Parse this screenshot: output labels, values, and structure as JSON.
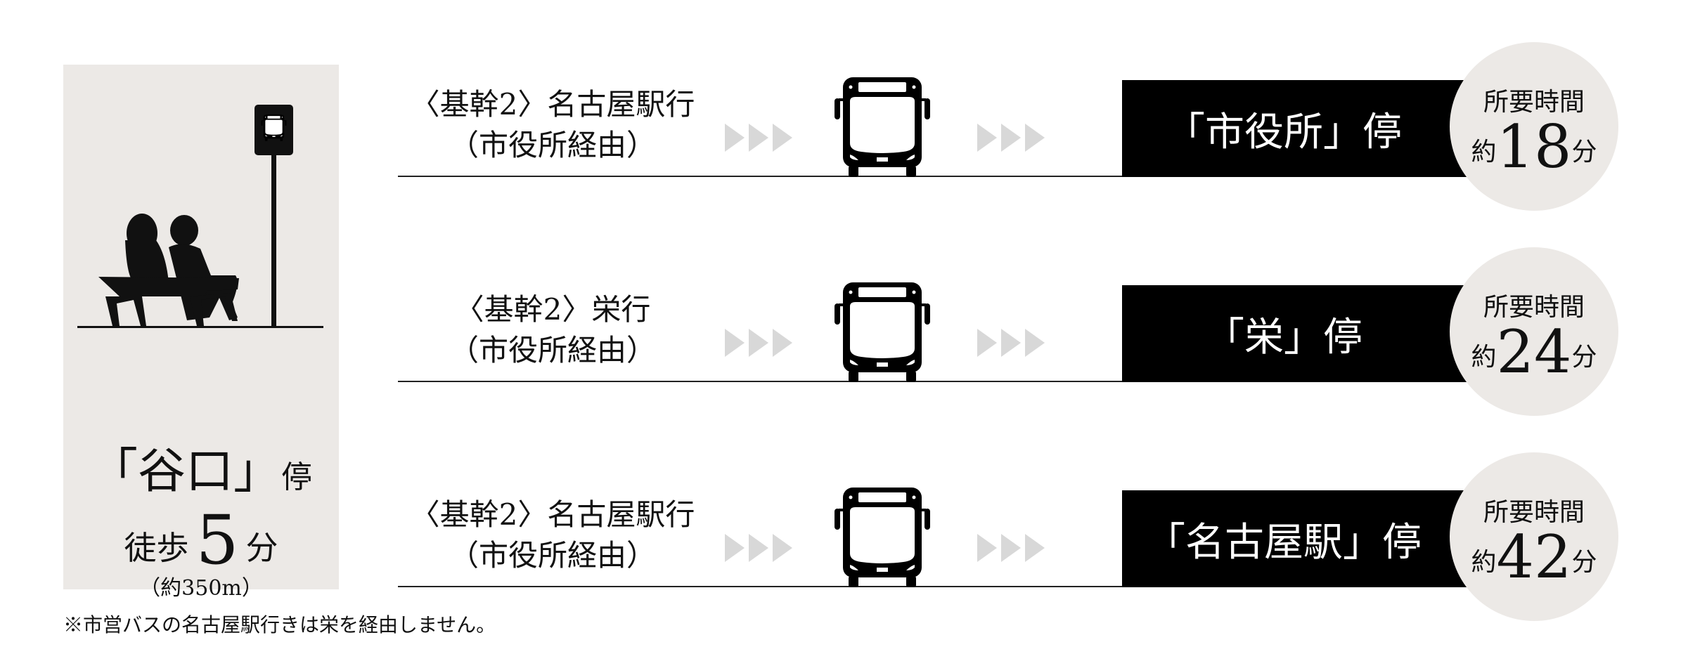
{
  "origin": {
    "stop_name": "「谷口」",
    "stop_suffix": "停",
    "walk_label": "徒歩",
    "walk_minutes": "5",
    "walk_unit": "分",
    "distance": "（約350m）"
  },
  "routes": [
    {
      "line1": "〈基幹2〉名古屋駅行",
      "line2": "（市役所経由）",
      "destination": "「市役所」停",
      "time_label": "所要時間",
      "time_prefix": "約",
      "minutes": "18",
      "time_unit": "分"
    },
    {
      "line1": "〈基幹2〉栄行",
      "line2": "（市役所経由）",
      "destination": "「栄」停",
      "time_label": "所要時間",
      "time_prefix": "約",
      "minutes": "24",
      "time_unit": "分"
    },
    {
      "line1": "〈基幹2〉名古屋駅行",
      "line2": "（市役所経由）",
      "destination": "「名古屋駅」停",
      "time_label": "所要時間",
      "time_prefix": "約",
      "minutes": "42",
      "time_unit": "分"
    }
  ],
  "footnote": "※市営バスの名古屋駅行きは栄を経由しません。",
  "colors": {
    "panel": "#ece9e6",
    "arrow": "#d8d8d8",
    "dest_bg": "#000000"
  }
}
